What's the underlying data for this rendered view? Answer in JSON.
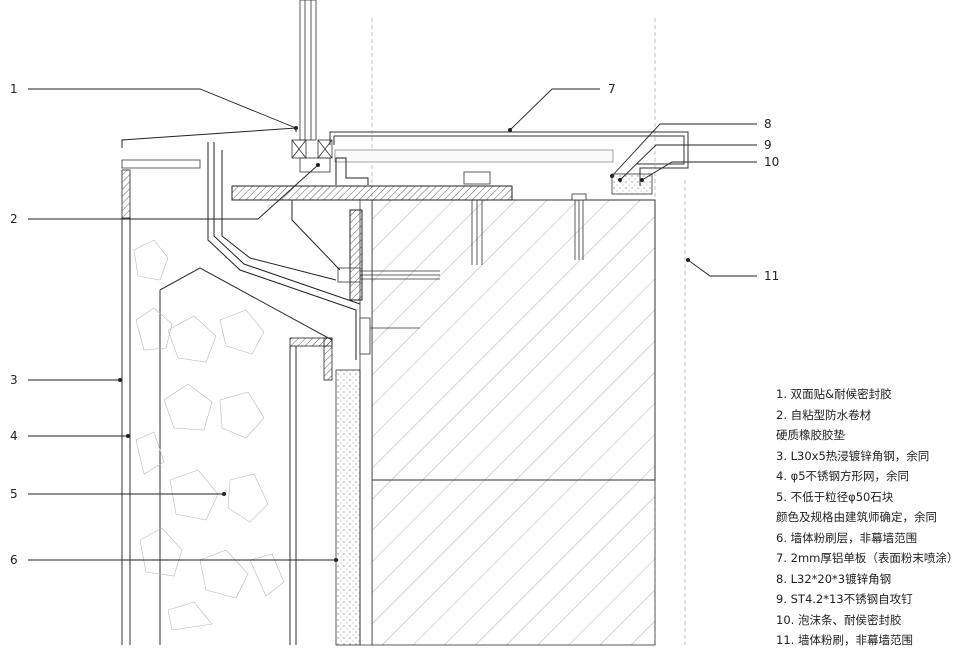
{
  "callouts": [
    "1",
    "2",
    "3",
    "4",
    "5",
    "6",
    "7",
    "8",
    "9",
    "10",
    "11"
  ],
  "legend": [
    "1. 双面贴&耐候密封胶",
    "2. 自粘型防水卷材",
    "硬质橡胶胶垫",
    "3. L30x5热浸镀锌角钢，余同",
    "4. φ5不锈钢方形网，余同",
    "5. 不低于粒径φ50石块",
    "颜色及规格由建筑师确定，余同",
    "6. 墙体粉刷层，非幕墙范围",
    "7. 2mm厚铝单板（表面粉末喷涂）",
    "8. L32*20*3镀锌角钢",
    "9. ST4.2*13不锈钢自攻钉",
    "10. 泡沫条、耐侯密封胶",
    "11. 墙体粉刷，非幕墙范围"
  ]
}
